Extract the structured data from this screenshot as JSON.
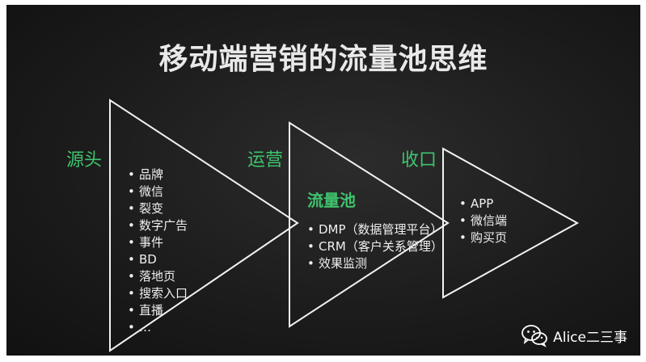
{
  "title": "移动端营销的流量池思维",
  "stages": {
    "source": {
      "label": "源头",
      "items": [
        "品牌",
        "微信",
        "裂变",
        "数字广告",
        "事件",
        "BD",
        "落地页",
        "搜索入口",
        "直播",
        "…"
      ]
    },
    "operation": {
      "label": "运营",
      "pool_title": "流量池",
      "items": [
        "DMP（数据管理平台）",
        "CRM（客户关系管理）",
        "效果监测"
      ]
    },
    "closing": {
      "label": "收口",
      "items": [
        "APP",
        "微信端",
        "购买页"
      ]
    }
  },
  "watermark": {
    "text": "Alice二三事",
    "icon": "wechat-icon"
  },
  "colors": {
    "background": "#1c1c1c",
    "accent": "#3ec46d",
    "text": "#efefef"
  }
}
